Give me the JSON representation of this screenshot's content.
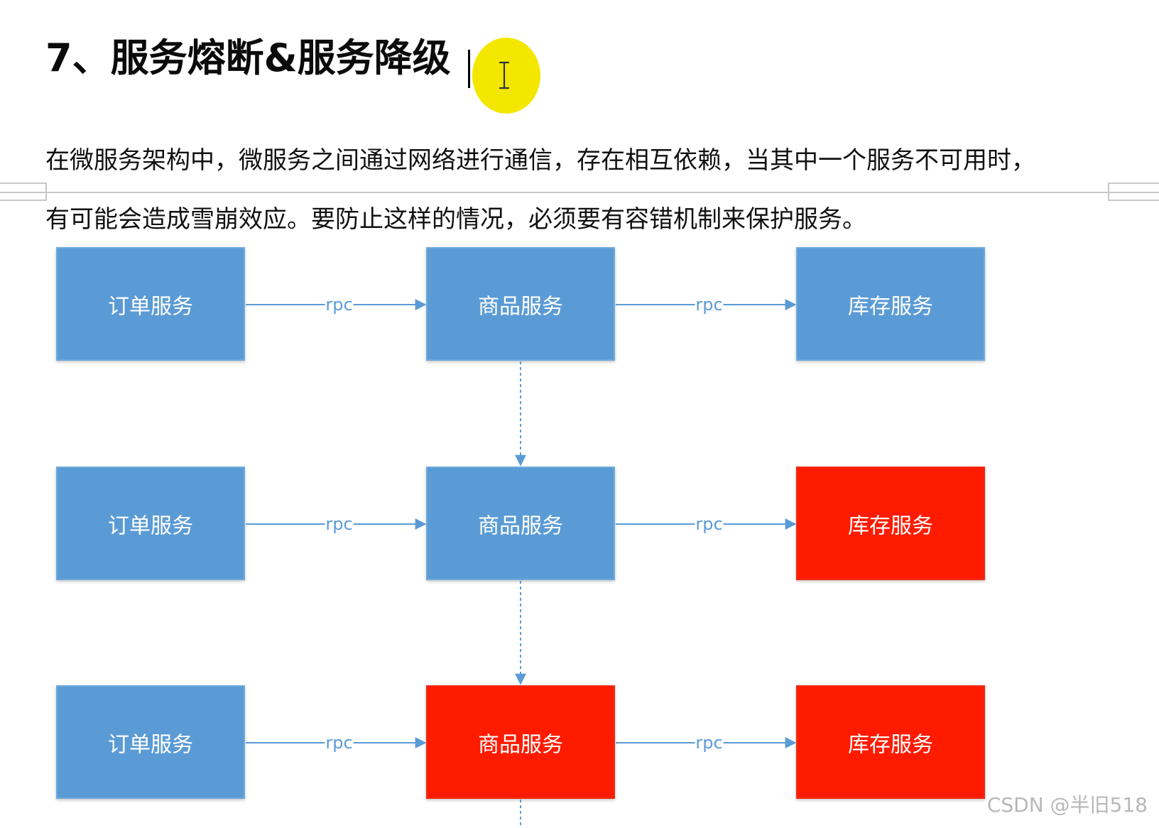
{
  "heading": "7、服务熔断&服务降级",
  "paragraph": {
    "line1": "在微服务架构中，微服务之间通过网络进行通信，存在相互依赖，当其中一个服务不可用时，",
    "line2": "有可能会造成雪崩效应。要防止这样的情况，必须要有容错机制来保护服务。"
  },
  "diagram": {
    "service_labels": {
      "order": "订单服务",
      "product": "商品服务",
      "inventory": "库存服务"
    },
    "edge_label": "rpc",
    "colors": {
      "healthy": "#5b9bd5",
      "failed": "#ff1b00",
      "arrow": "#5b9bd5",
      "label_text": "#ffffff"
    },
    "rows": [
      {
        "order_status": "healthy",
        "product_status": "healthy",
        "inventory_status": "healthy"
      },
      {
        "order_status": "healthy",
        "product_status": "healthy",
        "inventory_status": "failed"
      },
      {
        "order_status": "healthy",
        "product_status": "failed",
        "inventory_status": "failed"
      }
    ]
  },
  "watermark": "CSDN @半旧518"
}
